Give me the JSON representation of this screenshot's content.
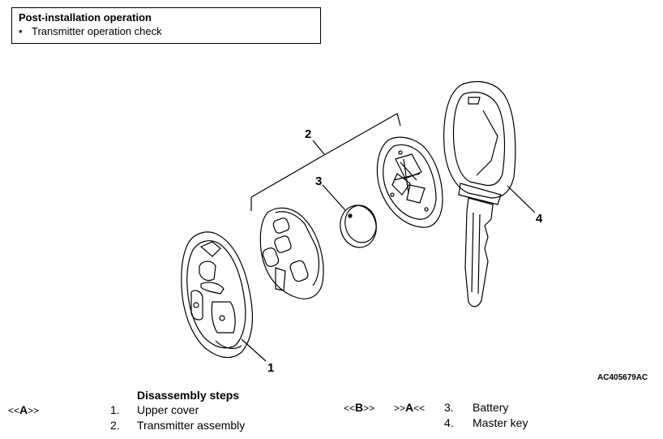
{
  "note": {
    "title": "Post-installation operation",
    "bullet": "•",
    "item": "Transmitter operation check"
  },
  "figure": {
    "callouts": [
      "1",
      "2",
      "3",
      "4"
    ],
    "code": "AC405679AC"
  },
  "steps": {
    "title": "Disassembly steps",
    "left": [
      {
        "ref_prefix": "<<",
        "ref_letter": "A",
        "ref_suffix": ">>",
        "num": "1.",
        "label": "Upper cover"
      },
      {
        "ref_prefix": "",
        "ref_letter": "",
        "ref_suffix": "",
        "num": "2.",
        "label": "Transmitter assembly"
      }
    ],
    "right": [
      {
        "ref1_prefix": "<<",
        "ref1_letter": "B",
        "ref1_suffix": ">>",
        "ref2_prefix": ">>",
        "ref2_letter": "A",
        "ref2_suffix": "<<",
        "num": "3.",
        "label": "Battery"
      },
      {
        "num": "4.",
        "label": "Master key"
      }
    ]
  }
}
